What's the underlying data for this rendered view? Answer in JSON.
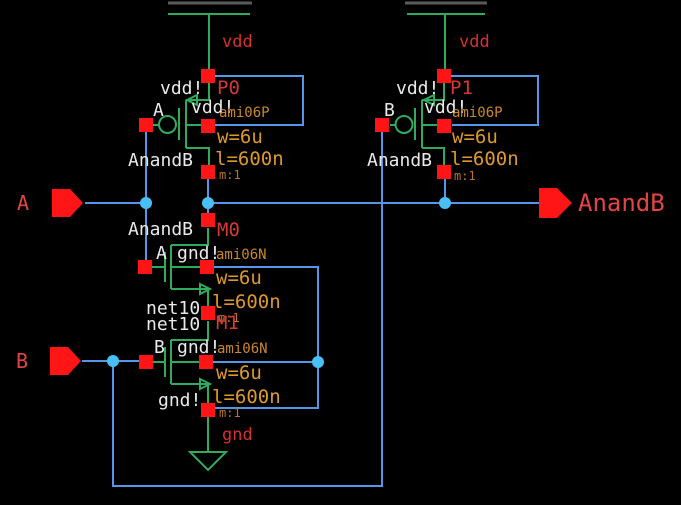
{
  "editor": {
    "background": "#000000"
  },
  "colors": {
    "wire_blue": "#5596e8",
    "junction_cyan": "#49c0f5",
    "device_green": "#2fab5e",
    "pin_red": "#ff1515",
    "instance_name_red": "#d53838",
    "net_red": "#d92f2f",
    "param_orange": "#dd992b",
    "model_orange": "#c9882c",
    "label_white": "#e9e9e9"
  },
  "ports": {
    "a": "A",
    "b": "B",
    "out": "AnandB"
  },
  "power": {
    "vdd_left": "vdd",
    "vdd_right": "vdd",
    "gnd": "gnd"
  },
  "instances": [
    {
      "name": "P0",
      "model": "ami06P",
      "w": "w=6u",
      "l": "l=600n",
      "m": "m:1",
      "gate_label": "A",
      "source_label": "vdd!",
      "bulk_label": "vdd!",
      "drain_label": "AnandB"
    },
    {
      "name": "P1",
      "model": "ami06P",
      "w": "w=6u",
      "l": "l=600n",
      "m": "m:1",
      "gate_label": "B",
      "source_label": "vdd!",
      "bulk_label": "vdd!",
      "drain_label": "AnandB"
    },
    {
      "name": "M0",
      "model": "ami06N",
      "w": "w=6u",
      "l": "l=600n",
      "m": "m:1",
      "gate_label": "A",
      "bulk_label": "gnd!",
      "drain_label": "AnandB",
      "source_label": "net10"
    },
    {
      "name": "M1",
      "model": "ami06N",
      "w": "w=6u",
      "l": "l=600n",
      "m": "m:1",
      "gate_label": "B",
      "bulk_label": "gnd!",
      "drain_label": "net10",
      "source_label": "gnd!"
    }
  ]
}
